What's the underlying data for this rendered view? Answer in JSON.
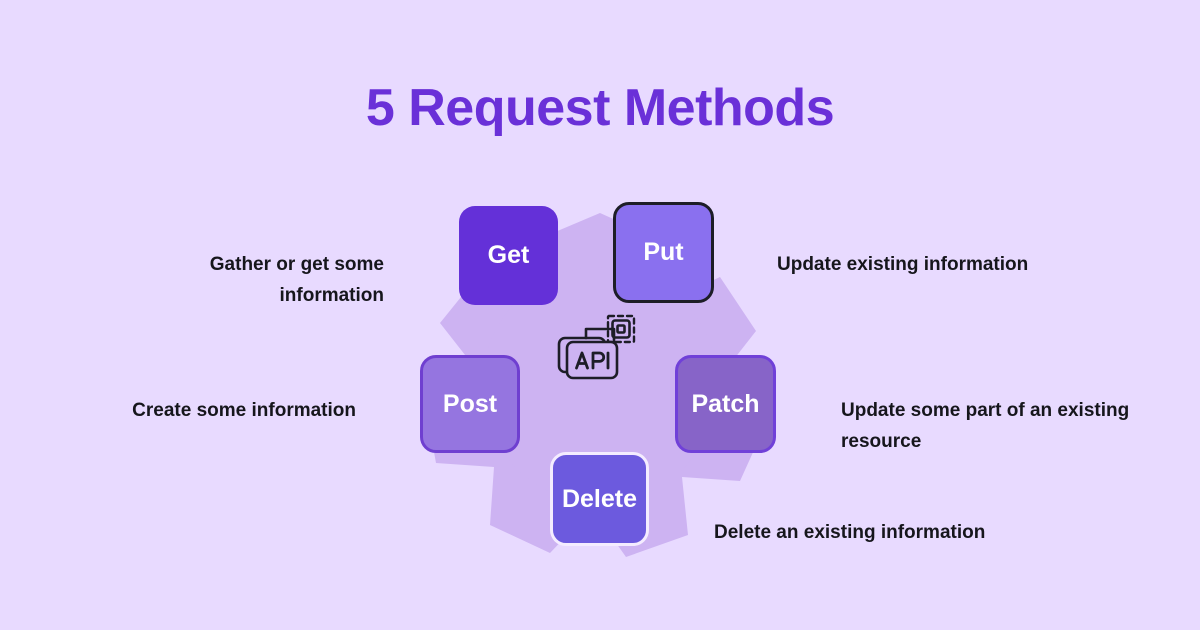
{
  "title": "5 Request Methods",
  "center": {
    "icon_name": "api-icon",
    "icon_label": "API"
  },
  "colors": {
    "background": "#e8daff",
    "title": "#6a30d8",
    "gear_blob": "#cdb3f2",
    "caption_text": "#16161c",
    "get": "#6430d8",
    "put": "#8a70ef",
    "post": "#9575e0",
    "patch": "#8764c8",
    "delete": "#6c5ade"
  },
  "methods": [
    {
      "id": "get",
      "label": "Get",
      "description": "Gather or get some information",
      "fill": "#6430d8",
      "border": "none"
    },
    {
      "id": "put",
      "label": "Put",
      "description": "Update existing information",
      "fill": "#8a70ef",
      "border": "#1d1d27"
    },
    {
      "id": "post",
      "label": "Post",
      "description": "Create some information",
      "fill": "#9575e0",
      "border": "#6f3fd0"
    },
    {
      "id": "patch",
      "label": "Patch",
      "description": "Update some part of an existing resource",
      "fill": "#8764c8",
      "border": "#7040d8"
    },
    {
      "id": "delete",
      "label": "Delete",
      "description": "Delete an existing information",
      "fill": "#6c5ade",
      "border": "#f4ecff"
    }
  ]
}
